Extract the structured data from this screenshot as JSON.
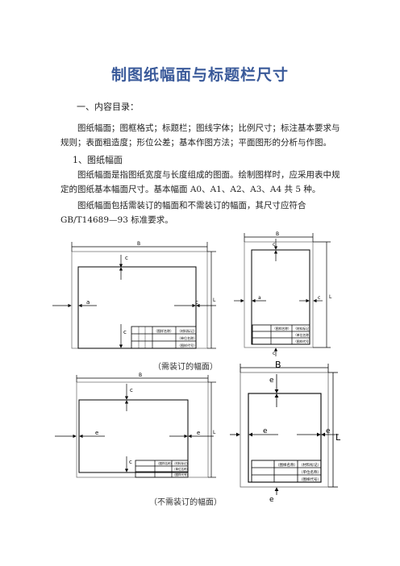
{
  "doc": {
    "title": "制图纸幅面与标题栏尺寸",
    "section_heading": "一、内容目录：",
    "contents_text": "图纸幅面；图框格式；标题栏；图线字体；比例尺寸；标注基本要求与规则；表面粗造度；形位公差；基本作图方法；平面图形的分析与作图。",
    "subsection_heading": "1、图纸幅面",
    "para_sizes": "图纸幅面是指图纸宽度与长度组成的图面。绘制图样时，应采用表中规定的图纸基本幅面尺寸。基本幅面 A0、A1、A2、A3、A4 共 5 种。",
    "para_binding": "图纸幅面包括需装订的幅面和不需装订的幅面，其尺寸应符合 GB/T14689—93 标准要求。",
    "caption_bound": "（需装订的幅面）",
    "caption_unbound": "（不需装订的幅面）"
  },
  "figures": {
    "dim_B": "B",
    "dim_L": "L",
    "dim_a": "a",
    "dim_c": "c",
    "dim_e": "e",
    "tb_name": "（图样名称）",
    "tb_material": "（材料标记）",
    "tb_unit": "（单位名称）",
    "tb_code": "（图样代号）"
  }
}
